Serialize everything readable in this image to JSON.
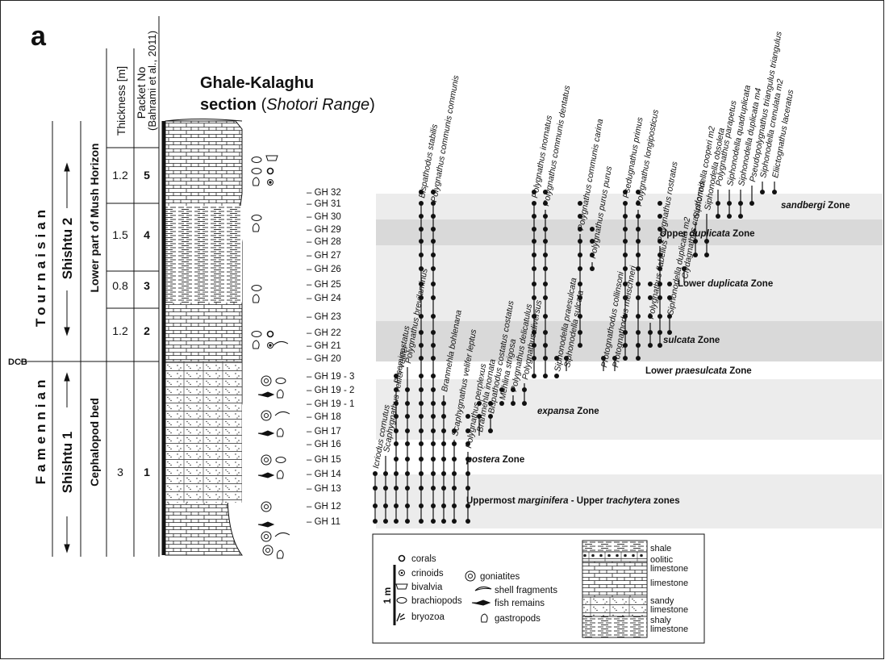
{
  "panel_label": "a",
  "title": {
    "line1": "Ghale-Kalaghu",
    "line2_bold": "section",
    "line2_italic": "Shotori Range"
  },
  "column_headers": {
    "thickness": "Thickness [m]",
    "packet": "Packet No",
    "packet_ref": "(Bahrami et al., 2011)"
  },
  "stages": [
    "Tournaisian",
    "Famennian"
  ],
  "formations": [
    "Shishtu 2",
    "Shishtu 1"
  ],
  "members": [
    "Lower part of Mush Horizon",
    "Cephalopod bed"
  ],
  "boundary_label": "DCB",
  "packets": [
    {
      "no": "5",
      "thickness": "1.2"
    },
    {
      "no": "4",
      "thickness": "1.5"
    },
    {
      "no": "3",
      "thickness": "0.8"
    },
    {
      "no": "2",
      "thickness": "1.2"
    },
    {
      "no": "1",
      "thickness": "3"
    }
  ],
  "samples": [
    "GH 32",
    "GH 31",
    "GH 30",
    "GH 29",
    "GH 28",
    "GH 27",
    "GH 26",
    "GH 25",
    "GH 24",
    "GH 23",
    "GH 22",
    "GH 21",
    "GH 20",
    "GH 19 - 3",
    "GH 19 - 2",
    "GH 19 - 1",
    "GH 18",
    "GH 17",
    "GH 16",
    "GH 15",
    "GH 14",
    "GH 13",
    "GH 12",
    "GH 11"
  ],
  "taxa": [
    "Icriodus cornutus",
    "Scaphygnathus velifer velifer",
    "P. semicostatus",
    "Polygnathus brevilaminus",
    "Bispathodus stabilis",
    "Polygnathus communis communis",
    "Branmehla bohlenana",
    "Scaphygnathus velifer leptus",
    "Polygnathus perplexus",
    "Branmehla inornata",
    "Bispathodus costatus costatus",
    "Mehlina strigosa",
    "Polygnathus delicatulus",
    "Polygnathus diversus",
    "Polygnathus inornatus",
    "Polygnathus communis dentatus",
    "Siphonodella praesulcata",
    "Siphonodella sulcata",
    "Polygnathus communis carina",
    "Polygnathus purus purus",
    "Protognathodus collinsoni",
    "Protognathodus meischneri",
    "Psedugnathus primus",
    "Polygnathus longiposticus",
    "Polygnathus flabellus",
    "Polygnathus rostratus",
    "Siphonodella duplicata m2",
    "Clydagnathus cavusformis",
    "Siphonodella cooperi m2",
    "Siphonodella obsoleta",
    "Polygnathus parapetus",
    "Siphonodella quadruplicata",
    "Siphonodella duplicata m4",
    "Pseudopolygnathus triangulus triangulus",
    "Siphonodella crenulata m2",
    "Eliictognathus laceratus"
  ],
  "zones": [
    {
      "prefix": "",
      "italic": "sandbergi",
      "suffix": " Zone"
    },
    {
      "prefix": "Upper ",
      "italic": "duplicata",
      "suffix": " Zone"
    },
    {
      "prefix": "Lower ",
      "italic": "duplicata",
      "suffix": " Zone"
    },
    {
      "prefix": "",
      "italic": "sulcata",
      "suffix": " Zone"
    },
    {
      "prefix": "Lower ",
      "italic": "praesulcata",
      "suffix": " Zone"
    },
    {
      "prefix": "",
      "italic": "expansa",
      "suffix": " Zone"
    },
    {
      "prefix": "",
      "italic": "postera",
      "suffix": " Zone"
    },
    {
      "prefix": "Uppermost ",
      "italic": "marginifera",
      "suffix": " - Upper ",
      "italic2": "trachytera",
      "suffix2": " zones"
    }
  ],
  "legend_fossils": [
    "corals",
    "crinoids",
    "bivalvia",
    "brachiopods",
    "bryozoa",
    "goniatites",
    "shell fragments",
    "fish remains",
    "gastropods"
  ],
  "legend_scale": "1 m",
  "legend_lithology": [
    "shale",
    "oolitic limestone",
    "limestone",
    "sandy limestone",
    "shaly limestone"
  ]
}
